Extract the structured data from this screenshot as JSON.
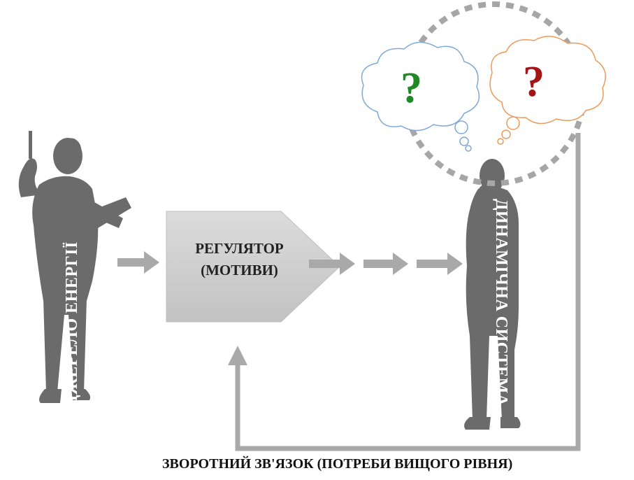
{
  "diagram": {
    "source_label": "ДЖЕРЕЛО ЕНЕРГІЇ",
    "regulator_label_line1": "РЕГУЛЯТОР",
    "regulator_label_line2": "(МОТИВИ)",
    "system_label": "ДИНАМІЧНА СИСТЕМА",
    "feedback_label": "ЗВОРОТНИЙ ЗВ'ЯЗОК (ПОТРЕБИ ВИЩОГО РІВНЯ)",
    "thought_left": "?",
    "thought_right": "?",
    "thought_right_inner": "?"
  },
  "colors": {
    "silhouette": "#6b6b6b",
    "arrows": "#a9a9a9",
    "regulator_fill": "#d0d0d0",
    "cloud_left_stroke": "#7fa9d8",
    "cloud_right_stroke": "#ee9a5a",
    "question_green": "#1f8a24",
    "question_red": "#a31414",
    "dotted_circle": "#a6a6a6"
  }
}
